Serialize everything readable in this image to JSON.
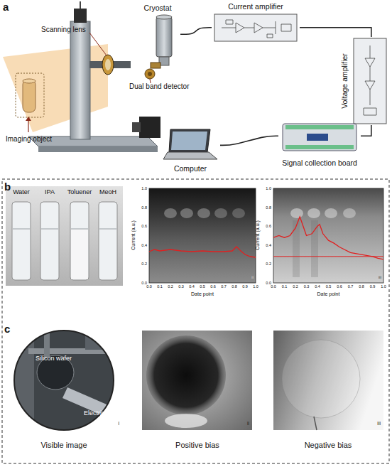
{
  "diagram": {
    "nodes": [
      {
        "text": [
          "Cryostat"
        ]
      },
      {
        "text": [
          "Current amplifier"
        ]
      },
      {
        "text": [
          "Voltage amplifier"
        ]
      },
      {
        "text": [
          "Signal collection board"
        ]
      },
      {
        "text": [
          "Computer"
        ]
      }
    ],
    "edges": [
      {
        "from": 0,
        "to": 1,
        "arrow": "none"
      },
      {
        "from": 1,
        "to": 2,
        "arrow": "none"
      },
      {
        "from": 2,
        "to": 3,
        "arrow": "none"
      },
      {
        "from": 3,
        "to": 4,
        "arrow": "none"
      }
    ],
    "labels": [
      "a",
      "Scanning lens",
      "Dual band detector",
      "Imaging object",
      "b",
      "Water",
      "IPA",
      "Toluener",
      "MeoH",
      "Current (a.u.)",
      "Date point",
      "1.0",
      "0.8",
      "0.6",
      "0.4",
      "0.2",
      "0.0",
      "0.0",
      "0.1",
      "0.2",
      "0.3",
      "0.4",
      "0.5",
      "0.6",
      "0.7",
      "0.8",
      "0.9",
      "1.0",
      "ii",
      "Current (a.u.)",
      "Date point",
      "1.0",
      "0.8",
      "0.6",
      "0.4",
      "0.2",
      "0.0",
      "0.0",
      "0.1",
      "0.2",
      "0.3",
      "0.4",
      "0.5",
      "0.6",
      "0.7",
      "0.8",
      "0.9",
      "1.0",
      "iii",
      "c",
      "Silicon wafer",
      "Electric iron",
      "i",
      "ii",
      "iii",
      "Visible image",
      "Positive bias",
      "Negative bias"
    ]
  }
}
